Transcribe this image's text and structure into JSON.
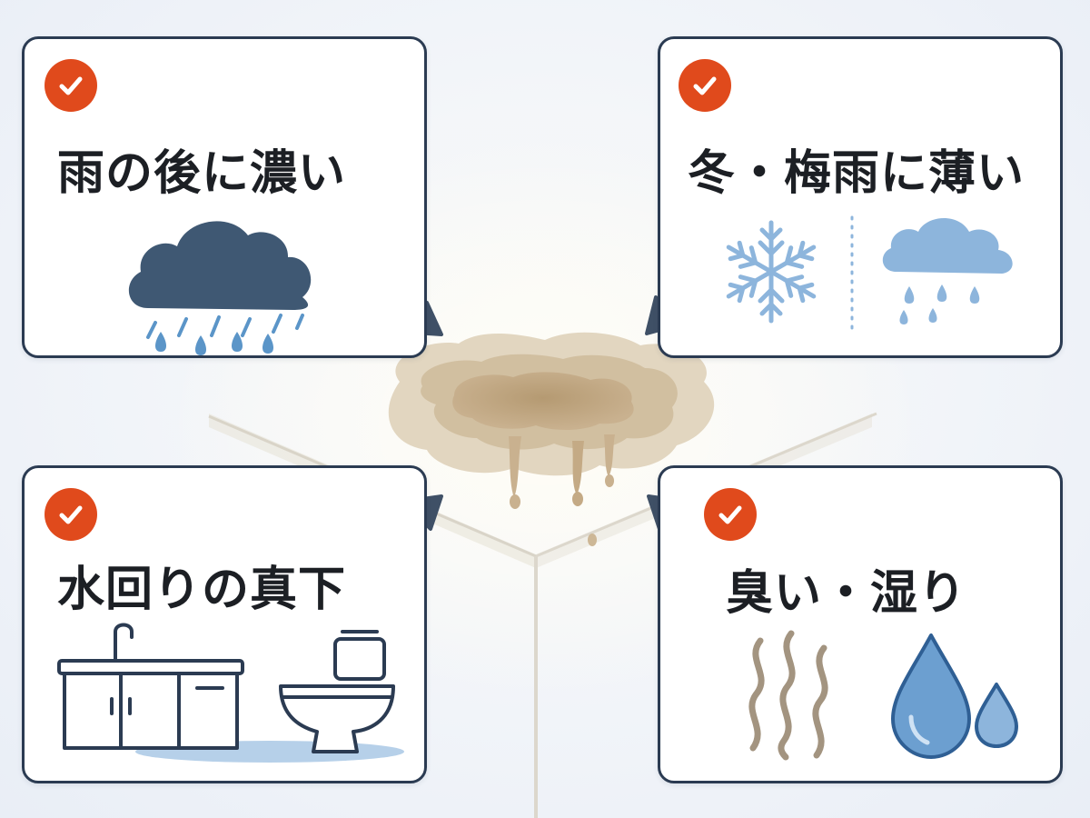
{
  "colors": {
    "frame": "#2b3b52",
    "check": "#e04a1c",
    "storm_cloud": "#3f5873",
    "rain": "#5b95c8",
    "light_blue": "#8db5dc",
    "stain": "#c9b18f",
    "smell": "#a39480",
    "water": "#6c9fd0"
  },
  "cards": [
    {
      "id": "after-rain",
      "label": "雨の後に濃い",
      "icon": "rain-cloud-icon"
    },
    {
      "id": "winter-rainy-season",
      "label": "冬・梅雨に薄い",
      "icon": "snowflake-icon"
    },
    {
      "id": "under-plumbing",
      "label": "水回りの真下",
      "icon": "sink-cabinet-icon"
    },
    {
      "id": "smell-damp",
      "label": "臭い・湿り",
      "icon": "water-drop-icon"
    }
  ],
  "center": {
    "icon": "ceiling-stain-icon"
  }
}
